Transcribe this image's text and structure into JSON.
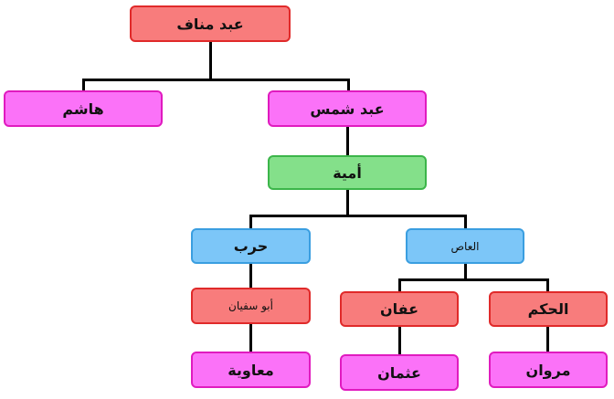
{
  "diagram": {
    "type": "family-tree",
    "direction": "rtl",
    "colors": {
      "red_fill": "#f87c7c",
      "red_border": "#e02a2a",
      "pink_fill": "#fb72f8",
      "pink_border": "#e01bbf",
      "green_fill": "#84e08a",
      "green_border": "#3cb54a",
      "blue_fill": "#7cc6f8",
      "blue_border": "#3a9ee0",
      "connector": "#000000"
    },
    "nodes": {
      "abd_manaf": {
        "label": "عبد مناف",
        "color": "red"
      },
      "hashim": {
        "label": "هاشم",
        "color": "pink",
        "parent": "abd_manaf"
      },
      "abd_shams": {
        "label": "عبد شمس",
        "color": "pink",
        "parent": "abd_manaf"
      },
      "umayya": {
        "label": "أمية",
        "color": "green",
        "parent": "abd_shams"
      },
      "harb": {
        "label": "حرب",
        "color": "blue",
        "parent": "umayya"
      },
      "al_as": {
        "label": "العاص",
        "color": "blue",
        "parent": "umayya"
      },
      "abu_sufyan": {
        "label": "أبو سفيان",
        "color": "red",
        "parent": "harb"
      },
      "affan": {
        "label": "عفان",
        "color": "red",
        "parent": "al_as"
      },
      "al_hakam": {
        "label": "الحكم",
        "color": "red",
        "parent": "al_as"
      },
      "muawiya": {
        "label": "معاوية",
        "color": "pink",
        "parent": "abu_sufyan"
      },
      "uthman": {
        "label": "عثمان",
        "color": "pink",
        "parent": "affan"
      },
      "marwan": {
        "label": "مروان",
        "color": "pink",
        "parent": "al_hakam"
      }
    }
  }
}
